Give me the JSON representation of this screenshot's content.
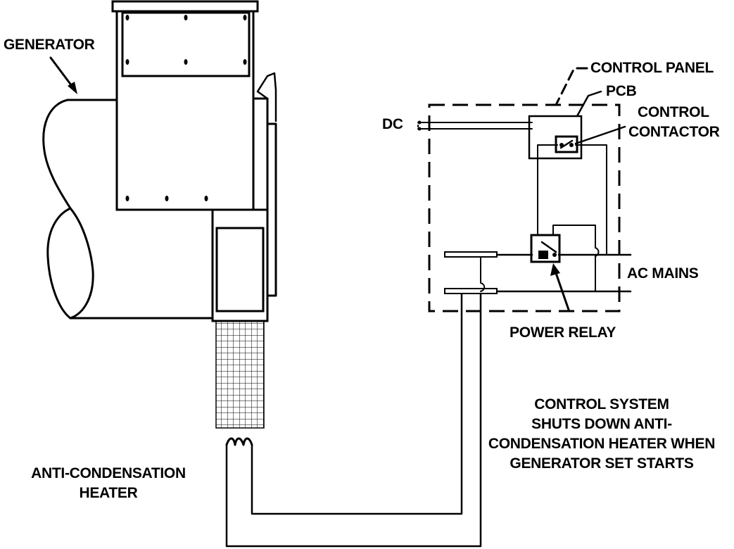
{
  "labels": {
    "generator": "GENERATOR",
    "control_panel": "CONTROL PANEL",
    "pcb": "PCB",
    "control_contactor_line1": "CONTROL",
    "control_contactor_line2": "CONTACTOR",
    "dc": "DC",
    "ac_mains": "AC MAINS",
    "power_relay": "POWER RELAY",
    "control_system_line1": "CONTROL SYSTEM",
    "control_system_line2": "SHUTS DOWN ANTI-",
    "control_system_line3": "CONDENSATION HEATER WHEN",
    "control_system_line4": "GENERATOR SET STARTS",
    "heater_line1": "ANTI-CONDENSATION",
    "heater_line2": "HEATER"
  },
  "colors": {
    "ink": "#000000",
    "background": "#ffffff"
  }
}
